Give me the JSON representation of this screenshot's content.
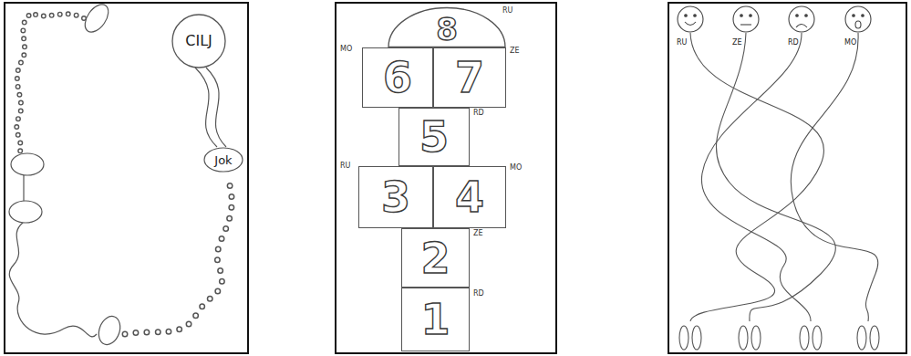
{
  "diagram": {
    "nodes": [
      {
        "text": [
          "CILJ"
        ]
      },
      {
        "text": [
          "Jok"
        ]
      },
      {
        "text": [
          "8"
        ]
      },
      {
        "text": [
          "6"
        ]
      },
      {
        "text": [
          "7"
        ]
      },
      {
        "text": [
          "5"
        ]
      },
      {
        "text": [
          "3"
        ]
      },
      {
        "text": [
          "4"
        ]
      },
      {
        "text": [
          "2"
        ]
      },
      {
        "text": [
          "1"
        ]
      },
      {
        "text": [
          "RU"
        ]
      },
      {
        "text": [
          "ZE"
        ]
      },
      {
        "text": [
          "RD"
        ]
      },
      {
        "text": [
          "MO"
        ]
      }
    ],
    "labels": [
      "RU",
      "MO",
      "ZE",
      "RD",
      "RU",
      "MO",
      "ZE",
      "RD"
    ]
  }
}
